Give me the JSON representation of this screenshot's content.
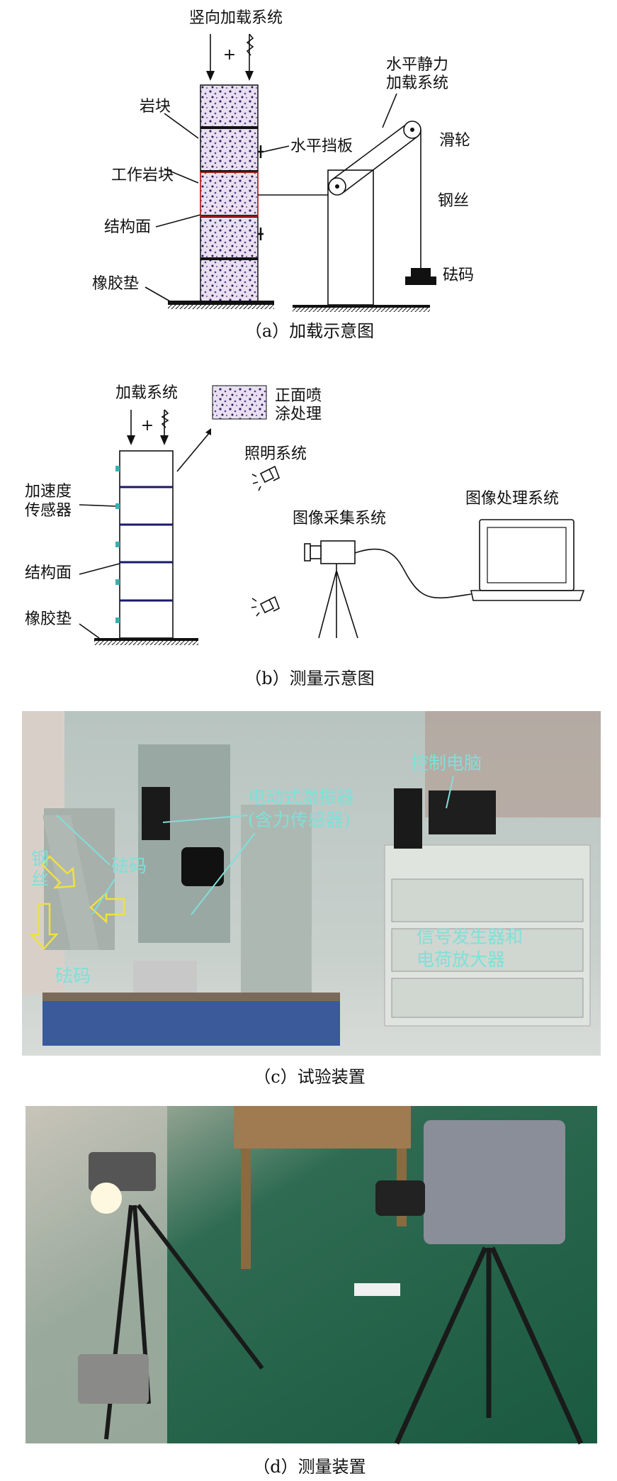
{
  "panel_a": {
    "vertical_load": "竖向加载系统",
    "plus": "+",
    "rock_block": "岩块",
    "working_block": "工作岩块",
    "structural_plane": "结构面",
    "rubber_pad": "橡胶垫",
    "baffle": "水平挡板",
    "horizontal_load_1": "水平静力",
    "horizontal_load_2": "加载系统",
    "pulley": "滑轮",
    "wire": "钢丝",
    "weight": "砝码",
    "caption": "（a）加载示意图"
  },
  "panel_b": {
    "load_system": "加载系统",
    "plus": "+",
    "spray_1": "正面喷",
    "spray_2": "涂处理",
    "lighting": "照明系统",
    "acquisition": "图像采集系统",
    "processing": "图像处理系统",
    "accel_1": "加速度",
    "accel_2": "传感器",
    "structural_plane": "结构面",
    "rubber_pad": "橡胶垫",
    "caption": "（b）测量示意图"
  },
  "panel_c": {
    "control_pc": "控制电脑",
    "exciter_1": "电动式激振器",
    "exciter_2": "(含力传感器)",
    "weight_upper": "砝码",
    "weight_lower": "砝码",
    "wire_1": "钢",
    "wire_2": "丝",
    "signal_1": "信号发生器和",
    "signal_2": "电荷放大器",
    "caption": "（c）试验装置"
  },
  "panel_d": {
    "caption": "（d）测量装置"
  },
  "colors": {
    "label_cyan": "#7fe0d8",
    "block_purple": "#4a2a7a",
    "arrow_yellow": "#f0e040",
    "floor_green": "#1f6a4a"
  }
}
